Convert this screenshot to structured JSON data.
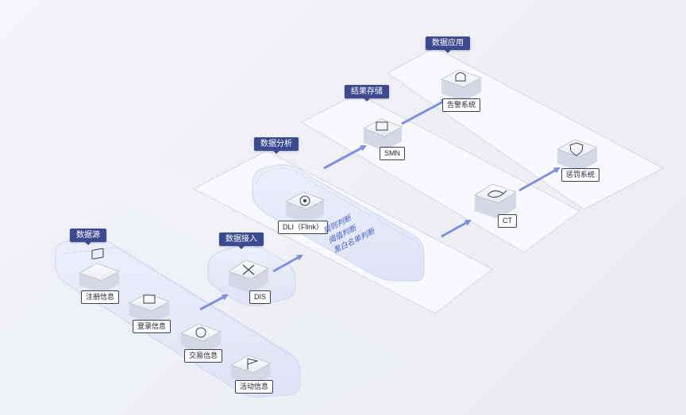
{
  "stages": {
    "source": "数据源",
    "ingest": "数据接入",
    "analysis": "数据分析",
    "storage": "结果存储",
    "application": "数据应用"
  },
  "sources": [
    "注册信息",
    "登录信息",
    "交易信息",
    "活动信息"
  ],
  "services": {
    "dis": "DIS",
    "dli": "DLI（Flink）",
    "smn": "SMN",
    "ct": "CT",
    "alarm": "告警系统",
    "punish": "惩罚系统"
  },
  "rules": [
    "规则判断",
    "阈值判断",
    "黑白名单判断"
  ],
  "colors": {
    "tag_bg": "#3d4a8f",
    "arrow": "#7e8fe0",
    "rules_text": "#4a63c9",
    "panel": "#f7f8fb"
  },
  "icons": {
    "register": "document-check-icon",
    "login": "login-window-icon",
    "trade": "exchange-icon",
    "activity": "flag-icon",
    "dis": "ingest-cross-icon",
    "dli": "analysis-gear-icon",
    "smn": "message-icon",
    "ct": "whale-icon",
    "alarm": "siren-icon",
    "punish": "shield-icon"
  }
}
